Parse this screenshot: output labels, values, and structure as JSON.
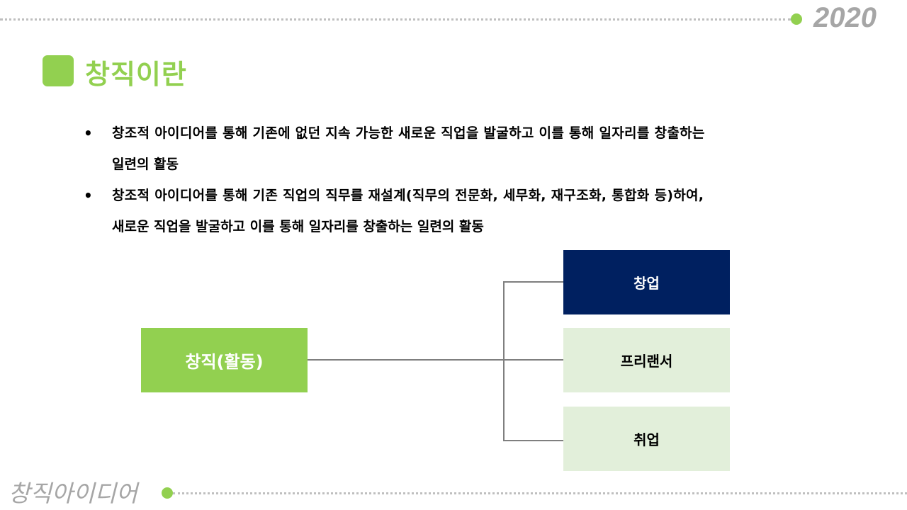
{
  "header": {
    "year": "2020"
  },
  "footer": {
    "brand": "창직아이디어"
  },
  "section": {
    "title": "창직이란"
  },
  "bullets": [
    {
      "mark": "•",
      "line1": "창조적 아이디어를 통해 기존에 없던 지속 가능한 새로운 직업을 발굴하고 이를 통해 일자리를 창출하는",
      "line2": "일련의 활동"
    },
    {
      "mark": "•",
      "line1": "창조적 아이디어를 통해 기존 직업의 직무를 재설계(직무의 전문화, 세무화, 재구조화, 통합화 등)하여,",
      "line2": "새로운 직업을 발굴하고 이를 통해 일자리를 창출하는 일련의 활동"
    }
  ],
  "diagram": {
    "root": "창직(활동)",
    "branches": [
      {
        "label": "창업",
        "style": "dark"
      },
      {
        "label": "프리랜서",
        "style": "light"
      },
      {
        "label": "취업",
        "style": "light"
      }
    ]
  },
  "colors": {
    "accent_green": "#92d050",
    "navy": "#002060",
    "light_green": "#e2efda",
    "gray_text": "#a6a6a6",
    "connector": "#7f7f7f"
  }
}
